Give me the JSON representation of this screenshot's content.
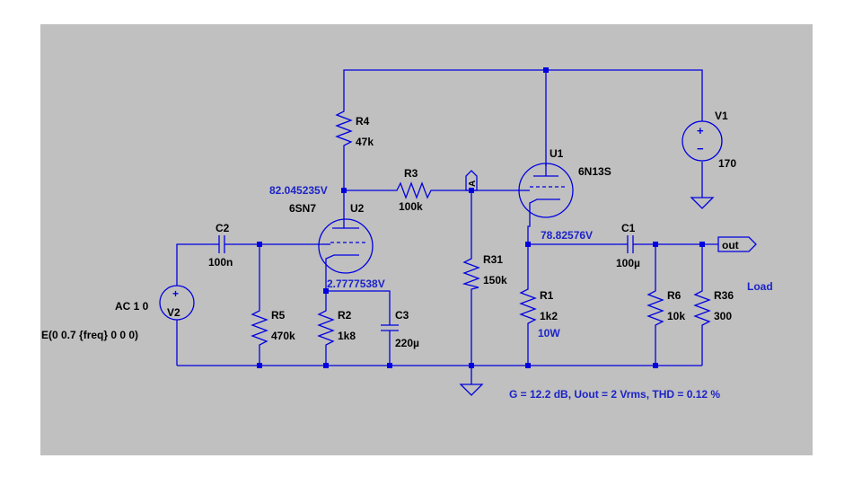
{
  "components": {
    "r4": {
      "name": "R4",
      "value": "47k"
    },
    "r3": {
      "name": "R3",
      "value": "100k"
    },
    "r31": {
      "name": "R31",
      "value": "150k"
    },
    "r5": {
      "name": "R5",
      "value": "470k"
    },
    "r2": {
      "name": "R2",
      "value": "1k8"
    },
    "r1": {
      "name": "R1",
      "value": "1k2",
      "extra": "10W"
    },
    "r6": {
      "name": "R6",
      "value": "10k"
    },
    "r36": {
      "name": "R36",
      "value": "300"
    },
    "c2": {
      "name": "C2",
      "value": "100n"
    },
    "c3": {
      "name": "C3",
      "value": "220µ"
    },
    "c1": {
      "name": "C1",
      "value": "100µ"
    },
    "u1": {
      "name": "U1",
      "value": "6N13S"
    },
    "u2": {
      "name": "U2",
      "value": "6SN7"
    },
    "v1": {
      "name": "V1",
      "value": "170",
      "plus": "+",
      "minus": "−"
    },
    "v2": {
      "name": "V2",
      "ac": "AC 1 0",
      "expr": "E(0 0.7 {freq} 0 0 0)",
      "plus": "+"
    }
  },
  "net_labels": {
    "out": "out",
    "a": "A",
    "load": "Load"
  },
  "voltages": {
    "anode_u2": "82.045235V",
    "cathode_u2": "2.7777538V",
    "cathode_u1": "78.82576V"
  },
  "annotation": "G = 12.2 dB, Uout = 2 Vrms, THD = 0.12 %",
  "colors": {
    "background": "#c0c0c0",
    "wire": "#0000e0",
    "voltage_text": "#1c23c8",
    "component_text": "#000000"
  }
}
